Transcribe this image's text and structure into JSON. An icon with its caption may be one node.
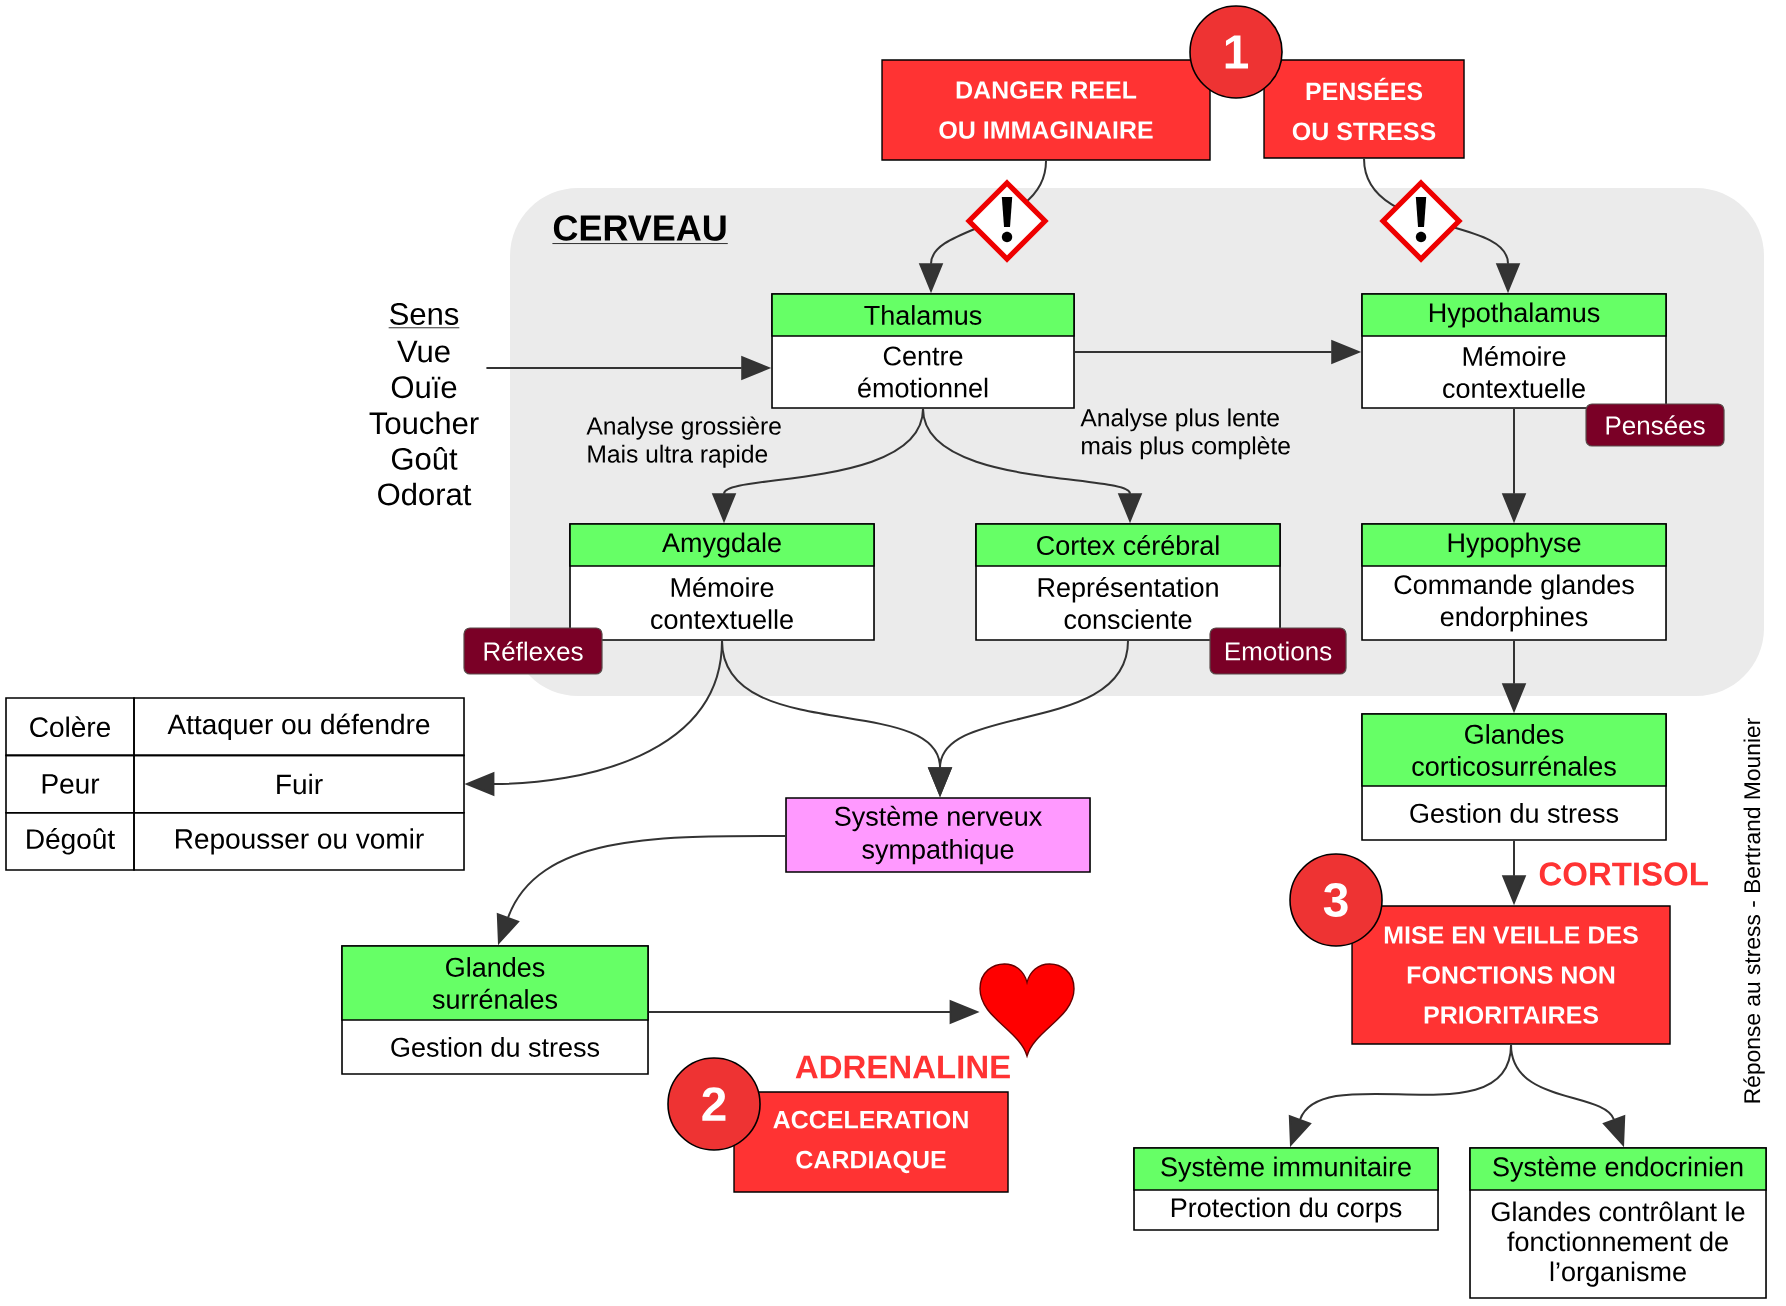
{
  "diagram": {
    "nodes": [
      {
        "text": [
          "CERVEAU"
        ]
      },
      {
        "text": [
          "1"
        ]
      },
      {
        "text": [
          "DANGER REEL OU IMMAGINAIRE"
        ]
      },
      {
        "text": [
          "PENSÉES OU STRESS"
        ]
      },
      {
        "text": [
          "Sens",
          "Vue",
          "Ouïe",
          "Toucher",
          "Goût",
          "Odorat"
        ]
      },
      {
        "text": [
          "Thalamus",
          "Centre émotionnel"
        ],
        "in": 0
      },
      {
        "text": [
          "Hypothalamus",
          "Mémoire contextuelle"
        ],
        "in": 0
      },
      {
        "text": [
          "Pensées"
        ],
        "in": 0
      },
      {
        "text": [
          "Amygdale",
          "Mémoire contextuelle"
        ],
        "in": 0
      },
      {
        "text": [
          "Réflexes"
        ]
      },
      {
        "text": [
          "Cortex cérébral",
          "Représentation consciente"
        ],
        "in": 0
      },
      {
        "text": [
          "Emotions"
        ],
        "in": 0
      },
      {
        "text": [
          "Hypophyse",
          "Commande glandes endorphines"
        ],
        "in": 0
      },
      {
        "text": [
          "Colère",
          "Attaquer ou défendre",
          "Peur",
          "Fuir",
          "Dégoût",
          "Repousser ou vomir"
        ]
      },
      {
        "text": [
          "Système nerveux sympathique"
        ]
      },
      {
        "text": [
          "Glandes corticosurrénales",
          "Gestion du stress"
        ]
      },
      {
        "text": [
          "3"
        ]
      },
      {
        "text": [
          "MISE EN VEILLE DES FONCTIONS NON PRIORITAIRES"
        ]
      },
      {
        "text": [
          "Glandes surrénales",
          "Gestion du stress"
        ]
      },
      {
        "text": [],
        "shape": "heart"
      },
      {
        "text": [
          "2"
        ]
      },
      {
        "text": [
          "ACCELERATION CARDIAQUE"
        ]
      },
      {
        "text": [
          "Système immunitaire",
          "Protection du corps"
        ]
      },
      {
        "text": [
          "Système endocrinien",
          "Glandes contrôlant le fonctionnement de l’organisme"
        ]
      }
    ],
    "edges": [
      {
        "from": 2,
        "to": 5,
        "arrow": "to"
      },
      {
        "from": 3,
        "to": 6,
        "arrow": "to"
      },
      {
        "from": 4,
        "to": 5,
        "arrow": "to"
      },
      {
        "from": 5,
        "to": 6,
        "arrow": "to"
      },
      {
        "from": 5,
        "to": 8,
        "arrow": "to",
        "label": "Analyse grossière Mais ultra rapide"
      },
      {
        "from": 5,
        "to": 10,
        "arrow": "to",
        "label": "Analyse plus lente mais plus complète"
      },
      {
        "from": 6,
        "to": 12,
        "arrow": "to"
      },
      {
        "from": 8,
        "to": 13,
        "arrow": "to"
      },
      {
        "from": 8,
        "to": 14,
        "arrow": "to"
      },
      {
        "from": 10,
        "to": 14,
        "arrow": "to"
      },
      {
        "from": 12,
        "to": 15,
        "arrow": "to"
      },
      {
        "from": 14,
        "to": 18,
        "arrow": "to"
      },
      {
        "from": 15,
        "to": 17,
        "arrow": "to",
        "label": "CORTISOL"
      },
      {
        "from": 18,
        "to": 19,
        "arrow": "to"
      },
      {
        "from": 17,
        "to": 22,
        "arrow": "to"
      },
      {
        "from": 17,
        "to": 23,
        "arrow": "to"
      }
    ],
    "labels": [
      "ADRENALINE",
      "Réponse au stress - Bertrand Mounier"
    ]
  }
}
